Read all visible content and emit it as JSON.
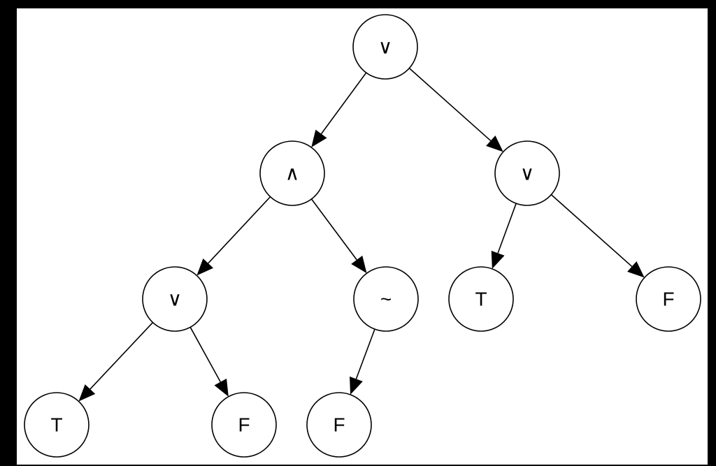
{
  "tree": {
    "nodes": [
      {
        "id": "root",
        "label": "∨"
      },
      {
        "id": "and",
        "label": "∧"
      },
      {
        "id": "or-right",
        "label": "∨"
      },
      {
        "id": "or-left",
        "label": "∨"
      },
      {
        "id": "not",
        "label": "~"
      },
      {
        "id": "t-right",
        "label": "T"
      },
      {
        "id": "f-right",
        "label": "F"
      },
      {
        "id": "t-left",
        "label": "T"
      },
      {
        "id": "f-left",
        "label": "F"
      },
      {
        "id": "f-not",
        "label": "F"
      }
    ],
    "edges": [
      {
        "from": "root",
        "to": "and"
      },
      {
        "from": "root",
        "to": "or-right"
      },
      {
        "from": "and",
        "to": "or-left"
      },
      {
        "from": "and",
        "to": "not"
      },
      {
        "from": "or-right",
        "to": "t-right"
      },
      {
        "from": "or-right",
        "to": "f-right"
      },
      {
        "from": "or-left",
        "to": "t-left"
      },
      {
        "from": "or-left",
        "to": "f-left"
      },
      {
        "from": "not",
        "to": "f-not"
      }
    ],
    "colors": {
      "background": "#000000",
      "canvas": "#ffffff",
      "stroke": "#000000"
    }
  }
}
